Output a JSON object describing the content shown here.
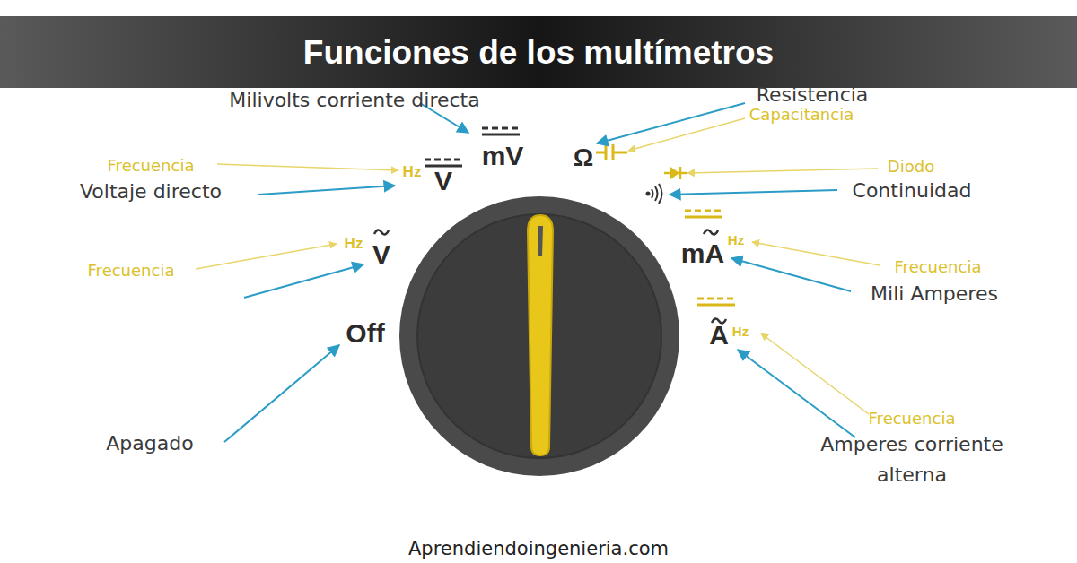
{
  "diagram": {
    "title": "Funciones de los multímetros",
    "labels": [
      "Milivolts corriente directa",
      "mV",
      "Resistencia",
      "Capacitancia",
      "Ω",
      "Frecuencia",
      "Hz",
      "V",
      "Voltaje directo",
      "Diodo",
      "Continuidad",
      "Frecuencia",
      "Hz",
      "V",
      "mA",
      "Hz",
      "Frecuencia",
      "Mili Amperes",
      "Off",
      "A",
      "Hz",
      "Frecuencia",
      "Amperes corriente alterna",
      "Apagado",
      "Aprendiendoingenieria.com"
    ]
  }
}
